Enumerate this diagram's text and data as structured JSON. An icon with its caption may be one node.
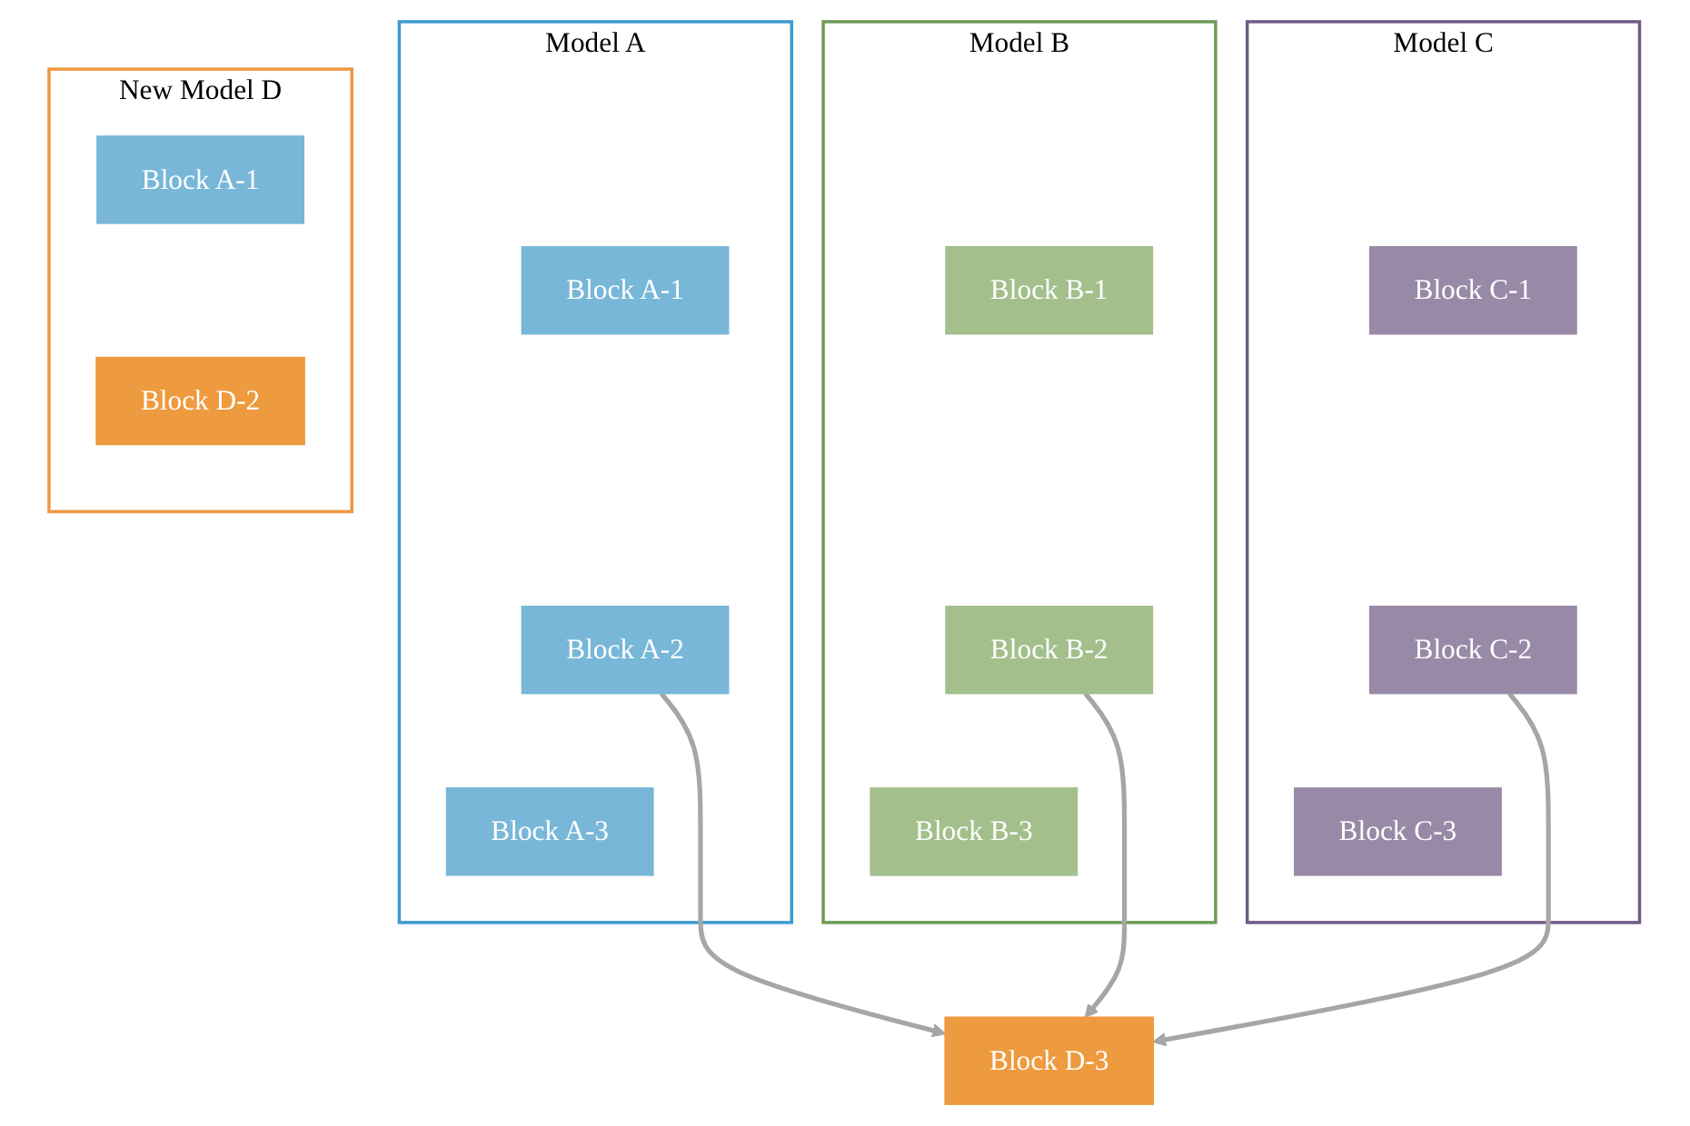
{
  "diagram": {
    "nodes": [
      {
        "text": [
          "Model A"
        ]
      },
      {
        "text": [
          "Block A-1"
        ],
        "in": 0
      },
      {
        "text": [
          "Block A-2"
        ],
        "in": 0
      },
      {
        "text": [
          "Block A-3"
        ],
        "in": 0
      },
      {
        "text": [
          "Model B"
        ]
      },
      {
        "text": [
          "Block B-1"
        ],
        "in": 4
      },
      {
        "text": [
          "Block B-2"
        ],
        "in": 4
      },
      {
        "text": [
          "Block B-3"
        ],
        "in": 4
      },
      {
        "text": [
          "Model C"
        ]
      },
      {
        "text": [
          "Block C-1"
        ],
        "in": 8
      },
      {
        "text": [
          "Block C-2"
        ],
        "in": 8
      },
      {
        "text": [
          "Block C-3"
        ],
        "in": 8
      },
      {
        "text": [
          "New Model D"
        ]
      },
      {
        "text": [
          "Block A-1"
        ],
        "in": 12
      },
      {
        "text": [
          "Block D-2"
        ],
        "in": 12
      },
      {
        "text": [
          "Block D-3"
        ]
      }
    ],
    "edges": [
      {
        "from": 2,
        "to": 15,
        "arrow": "to"
      },
      {
        "from": 6,
        "to": 15,
        "arrow": "to"
      },
      {
        "from": 10,
        "to": 15,
        "arrow": "to"
      }
    ]
  }
}
